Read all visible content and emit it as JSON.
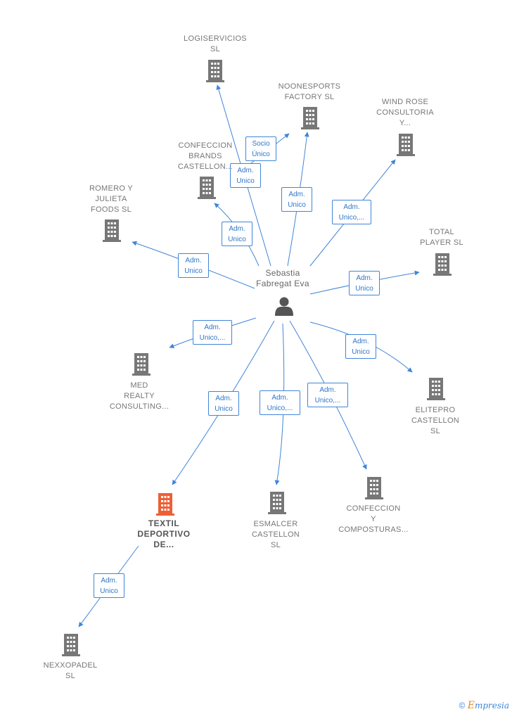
{
  "colors": {
    "edge": "#3f86d9",
    "building": "#777777",
    "highlight": "#ee5f35",
    "person": "#555555"
  },
  "center": {
    "name_lines": [
      "Sebastia",
      "Fabregat Eva"
    ],
    "icon": "person-icon"
  },
  "companies": [
    {
      "id": "logiservicios",
      "lines": [
        "LOGISERVICIOS",
        "SL"
      ]
    },
    {
      "id": "noonesports",
      "lines": [
        "NOONESPORTS",
        "FACTORY  SL"
      ]
    },
    {
      "id": "windrose",
      "lines": [
        "WIND ROSE",
        "CONSULTORIA",
        "Y..."
      ]
    },
    {
      "id": "confeccionbrands",
      "lines": [
        "CONFECCION",
        "BRANDS",
        "CASTELLON..."
      ]
    },
    {
      "id": "romero",
      "lines": [
        "ROMERO Y",
        "JULIETA",
        "FOODS  SL"
      ]
    },
    {
      "id": "totalplayer",
      "lines": [
        "TOTAL",
        "PLAYER  SL"
      ]
    },
    {
      "id": "med",
      "lines": [
        "MED",
        "REALTY",
        "CONSULTING..."
      ]
    },
    {
      "id": "elitepro",
      "lines": [
        "ELITEPRO",
        "CASTELLON",
        "SL"
      ]
    },
    {
      "id": "textil",
      "lines": [
        "TEXTIL",
        "DEPORTIVO",
        "DE..."
      ],
      "highlight": true
    },
    {
      "id": "esmalcer",
      "lines": [
        "ESMALCER",
        "CASTELLON",
        "SL"
      ]
    },
    {
      "id": "confeccioncomp",
      "lines": [
        "CONFECCION",
        "Y",
        "COMPOSTURAS..."
      ]
    },
    {
      "id": "nexxopadel",
      "lines": [
        "NEXXOPADEL",
        "SL"
      ]
    }
  ],
  "relations": [
    {
      "to": "logiservicios",
      "lines": [
        "Adm.",
        "Unico"
      ]
    },
    {
      "to": "noonesports",
      "lines": [
        "Socio",
        "Único"
      ]
    },
    {
      "to": "noonesports",
      "lines": [
        "Adm.",
        "Unico"
      ]
    },
    {
      "to": "windrose",
      "lines": [
        "Adm.",
        "Unico,..."
      ]
    },
    {
      "to": "confeccionbrands",
      "lines": [
        "Adm.",
        "Unico"
      ]
    },
    {
      "to": "romero",
      "lines": [
        "Adm.",
        "Unico"
      ]
    },
    {
      "to": "totalplayer",
      "lines": [
        "Adm.",
        "Unico"
      ]
    },
    {
      "to": "med",
      "lines": [
        "Adm.",
        "Unico,..."
      ]
    },
    {
      "to": "elitepro",
      "lines": [
        "Adm.",
        "Unico"
      ]
    },
    {
      "to": "textil",
      "lines": [
        "Adm.",
        "Unico"
      ]
    },
    {
      "to": "esmalcer",
      "lines": [
        "Adm.",
        "Unico,..."
      ]
    },
    {
      "to": "confeccioncomp",
      "lines": [
        "Adm.",
        "Unico,..."
      ]
    },
    {
      "from": "textil",
      "to": "nexxopadel",
      "lines": [
        "Adm.",
        "Unico"
      ]
    }
  ],
  "watermark": {
    "copyright": "©",
    "brand_first": "E",
    "brand_rest": "mpresia"
  }
}
